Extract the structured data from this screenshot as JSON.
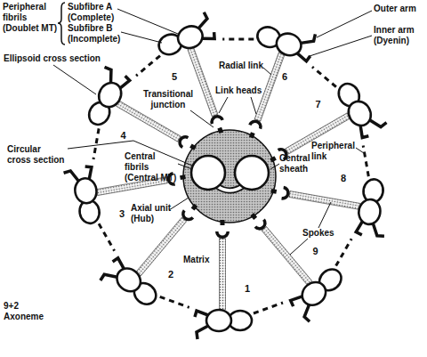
{
  "diagram": {
    "labels": [
      "Peripheral fibrils (Doublet MT)",
      "Subfibre A (Complete)",
      "Subfibre B (Incomplete)",
      "Ellipsoid cross section",
      "Outer arm",
      "Inner arm (Dyenin)",
      "Radial link",
      "Link heads",
      "Transitional junction",
      "Peripheral link",
      "Circular cross section",
      "Central fibrils (Central MT)",
      "Central sheath",
      "Axial unit (Hub)",
      "Spokes",
      "Matrix",
      "1",
      "2",
      "3",
      "4",
      "5",
      "6",
      "7",
      "8",
      "9",
      "9+2 Axoneme"
    ]
  }
}
